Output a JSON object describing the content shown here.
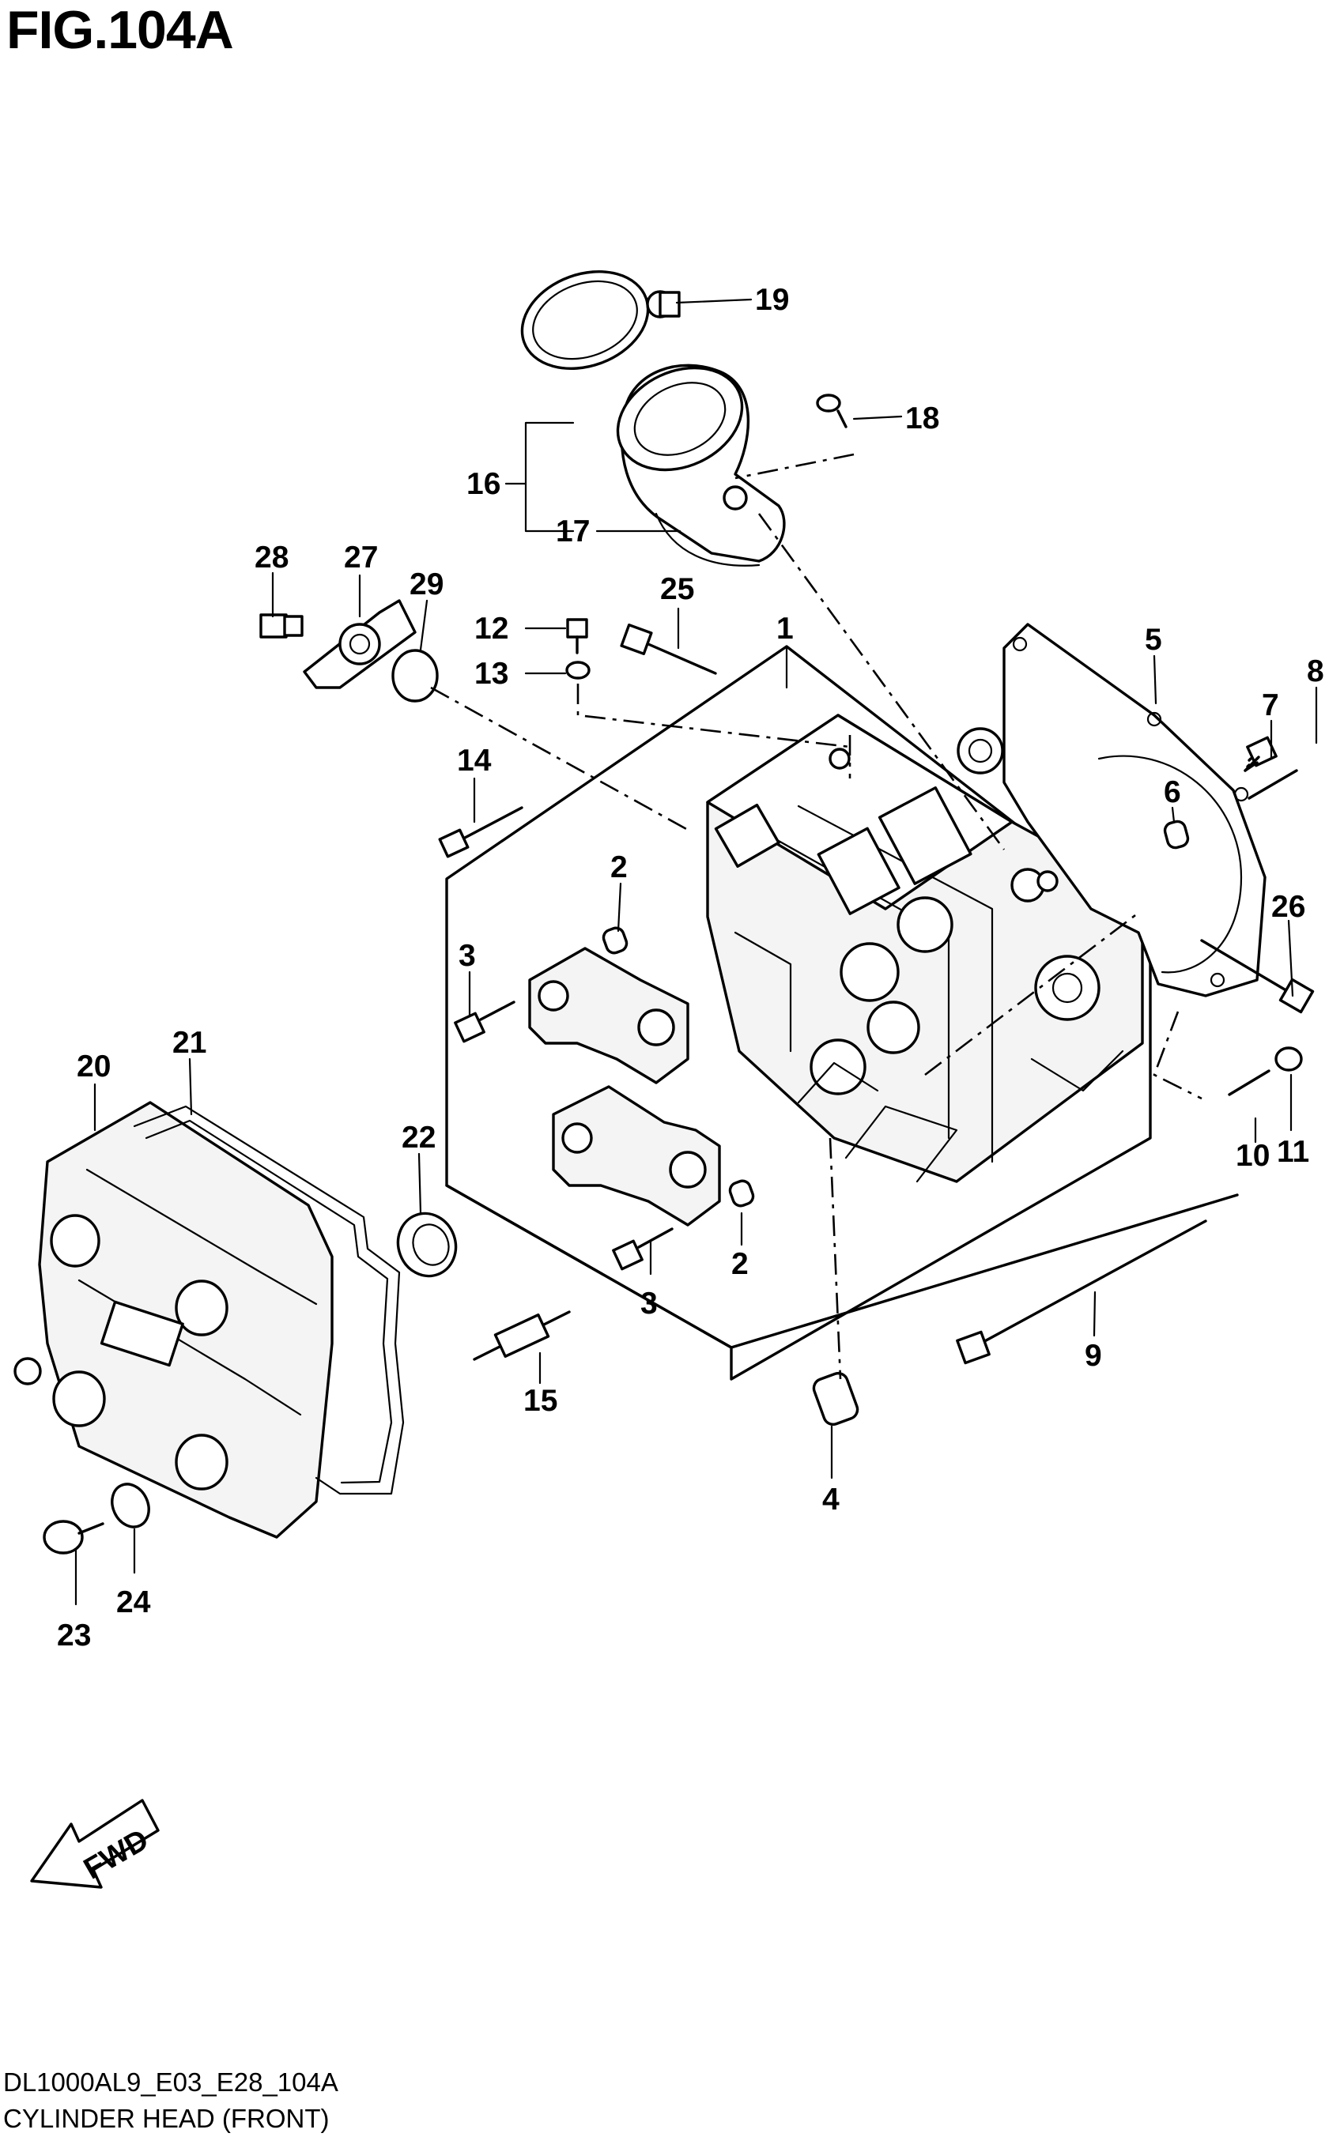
{
  "figure": {
    "title": "FIG.104A",
    "code": "DL1000AL9_E03_E28_104A",
    "caption": "CYLINDER HEAD (FRONT)"
  },
  "fwd_label": "FWD",
  "callouts": [
    "1",
    "2",
    "2",
    "3",
    "3",
    "4",
    "5",
    "6",
    "7",
    "8",
    "9",
    "10",
    "11",
    "12",
    "13",
    "14",
    "15",
    "16",
    "17",
    "18",
    "19",
    "20",
    "21",
    "22",
    "23",
    "24",
    "25",
    "26",
    "27",
    "28",
    "29"
  ]
}
